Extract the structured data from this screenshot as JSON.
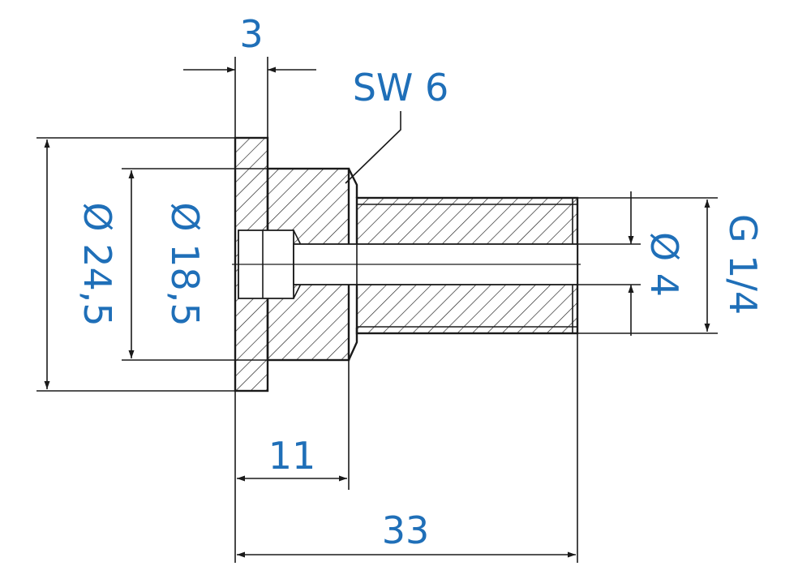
{
  "drawing": {
    "text_color": "#1f6fb8",
    "line_color": "#1a1a1a",
    "labels": {
      "flange_thickness": "3",
      "wrench_size": "SW 6",
      "outer_diameter": "Ø 24,5",
      "head_diameter": "Ø 18,5",
      "bore_diameter": "Ø 4",
      "thread": "G 1/4",
      "head_length": "11",
      "total_length": "33"
    }
  }
}
